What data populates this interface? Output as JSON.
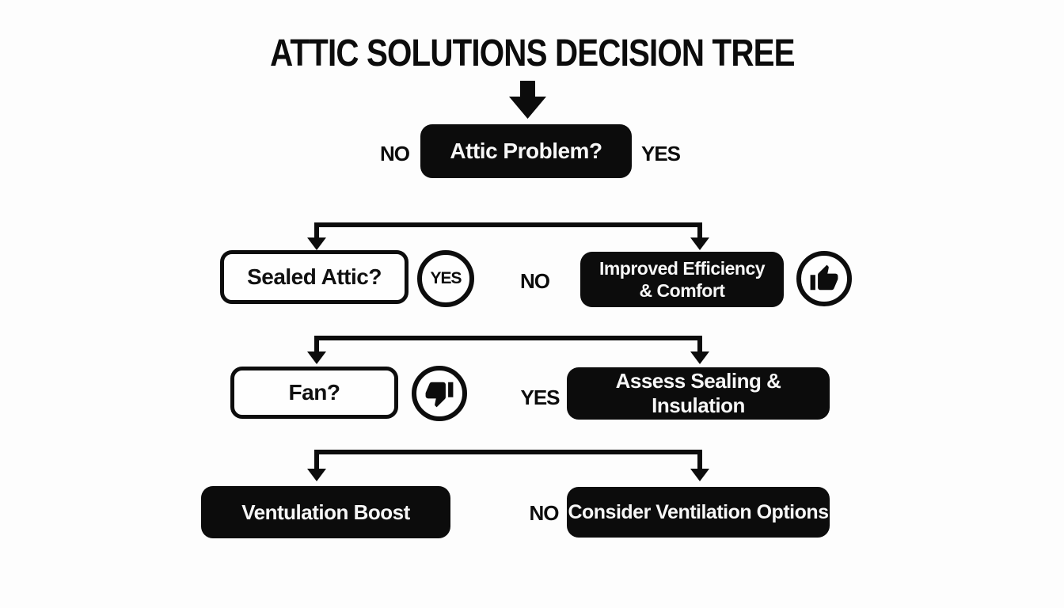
{
  "title": "ATTIC SOLUTIONS DECISION TREE",
  "colors": {
    "background": "#fdfdfd",
    "node_fill": "#0c0c0c",
    "node_text": "#f7f7f7",
    "outline": "#0d0d0d",
    "label_text": "#0c0c0c"
  },
  "root": {
    "label": "Attic Problem?",
    "no_label": "NO",
    "yes_label": "YES"
  },
  "level2": {
    "left_node": {
      "label": "Sealed Attic?",
      "badge": "YES"
    },
    "branch_label": "NO",
    "right_node": {
      "line1": "Improved Efficiency",
      "line2": "& Comfort",
      "icon": "thumbs-up-icon"
    }
  },
  "level3": {
    "left_node": {
      "label": "Fan?",
      "icon": "thumbs-down-icon"
    },
    "branch_label": "YES",
    "right_node": {
      "label": "Assess Sealing & Insulation"
    }
  },
  "level4": {
    "left_node": {
      "label": "Ventulation Boost"
    },
    "branch_label": "NO",
    "right_node": {
      "label": "Consider Ventilation Options"
    }
  }
}
